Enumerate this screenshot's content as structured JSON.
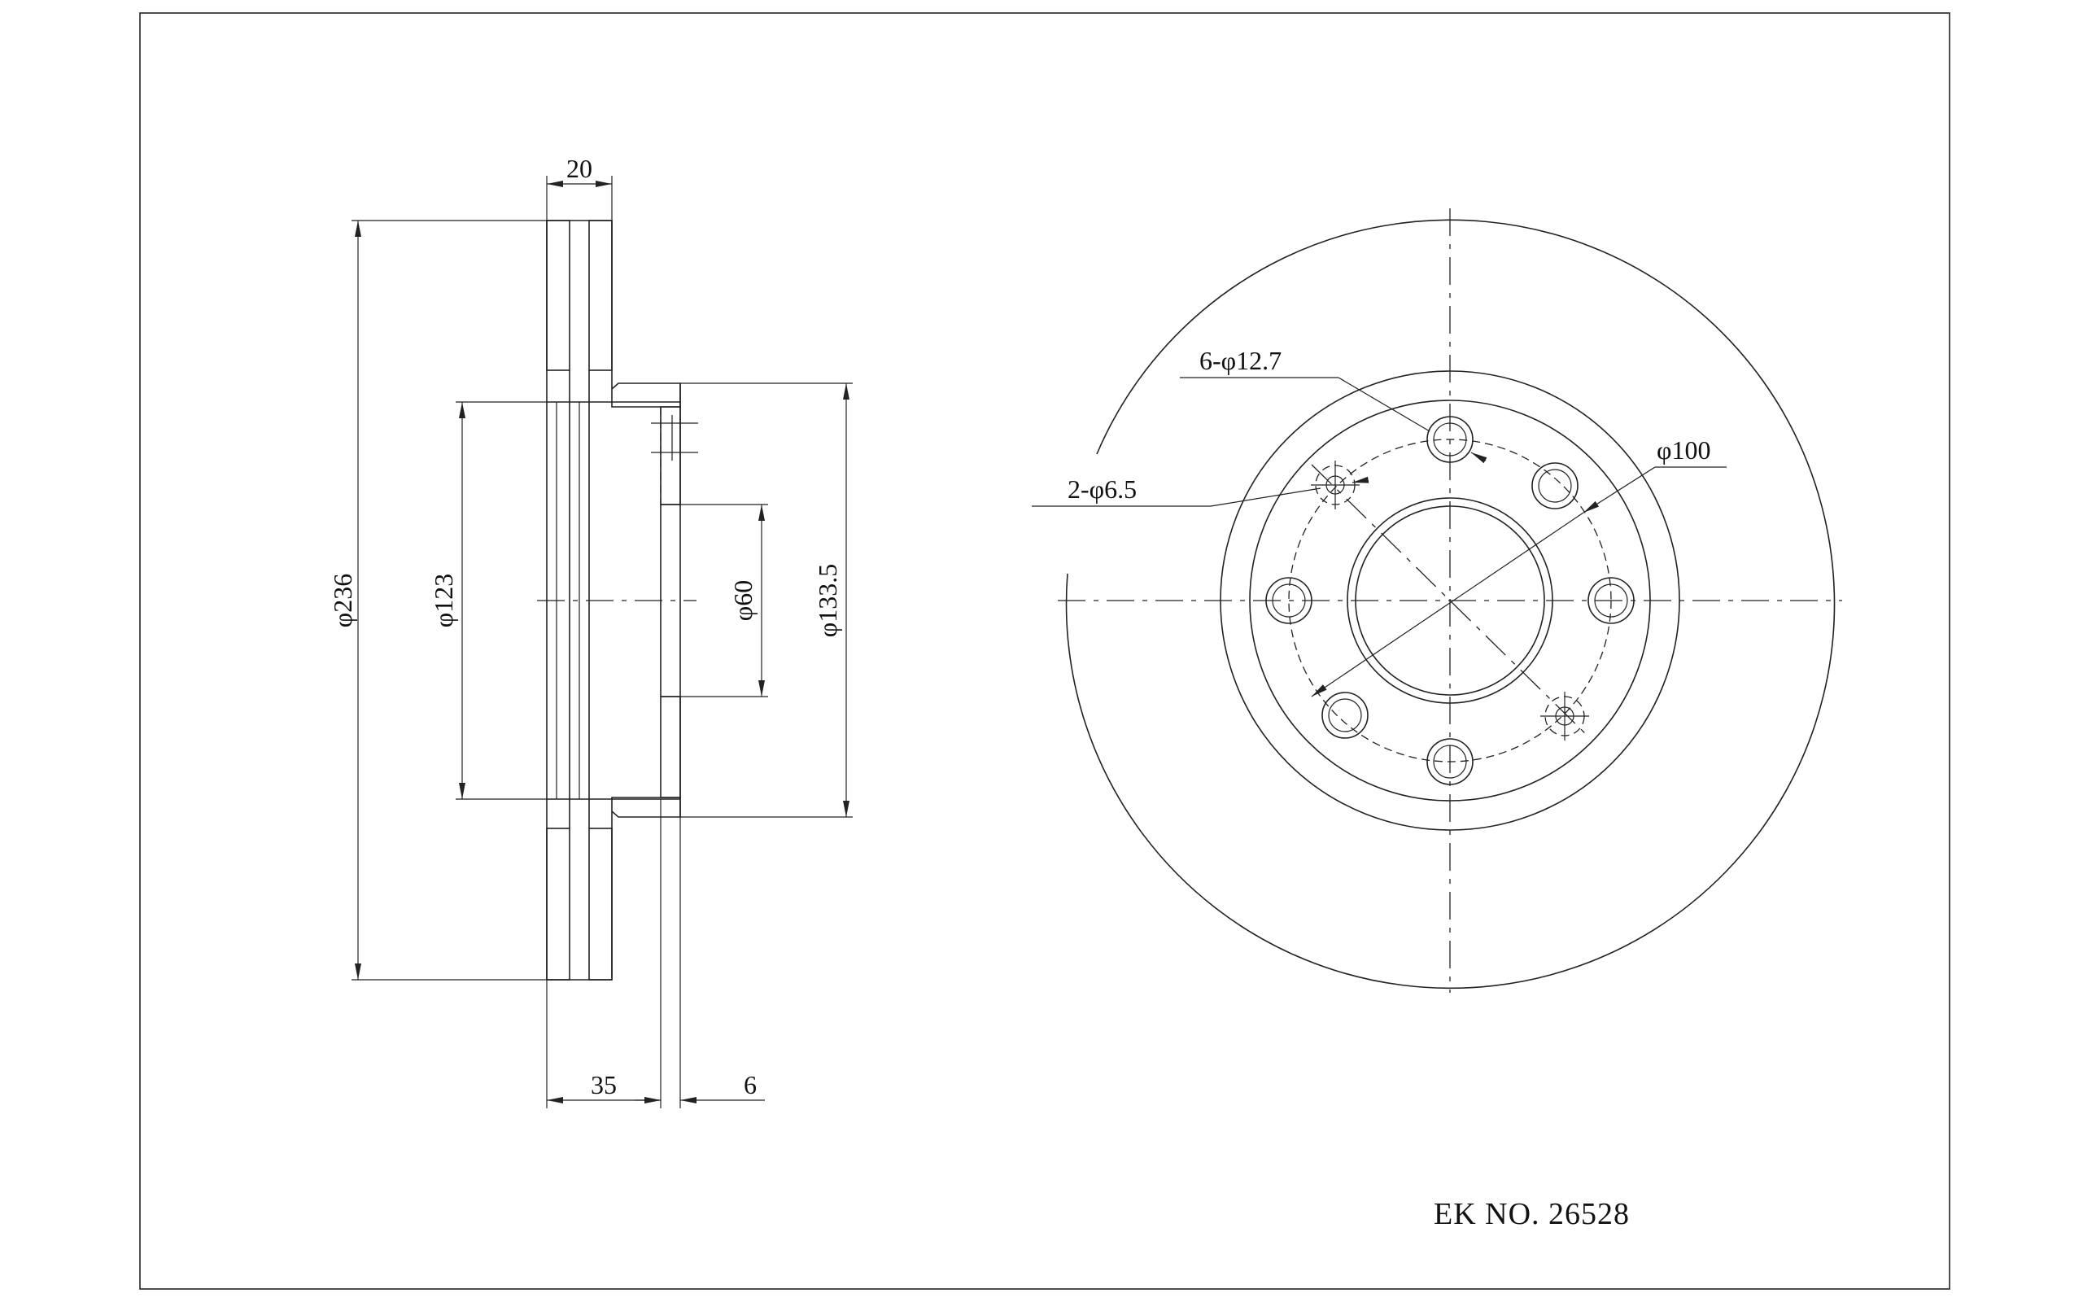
{
  "dimensions": {
    "thickness": "20",
    "overall_diameter": "φ236",
    "hat_inner_diameter": "φ123",
    "center_bore": "φ60",
    "hat_outer_diameter": "φ133.5",
    "offset": "35",
    "hub_thickness": "6",
    "bolt_holes": "6-φ12.7",
    "locator_holes": "2-φ6.5",
    "bolt_circle": "φ100"
  },
  "part_number": "EK NO. 26528"
}
